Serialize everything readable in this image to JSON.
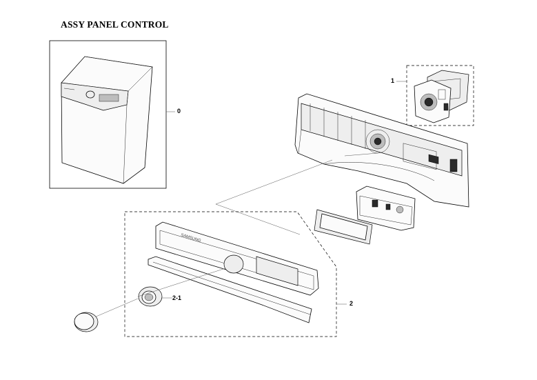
{
  "title": "ASSY PANEL CONTROL",
  "callouts": {
    "c0": "0",
    "c1": "1",
    "c2": "2",
    "c2_1": "2-1"
  },
  "panel_brand": "SAMSUNG"
}
